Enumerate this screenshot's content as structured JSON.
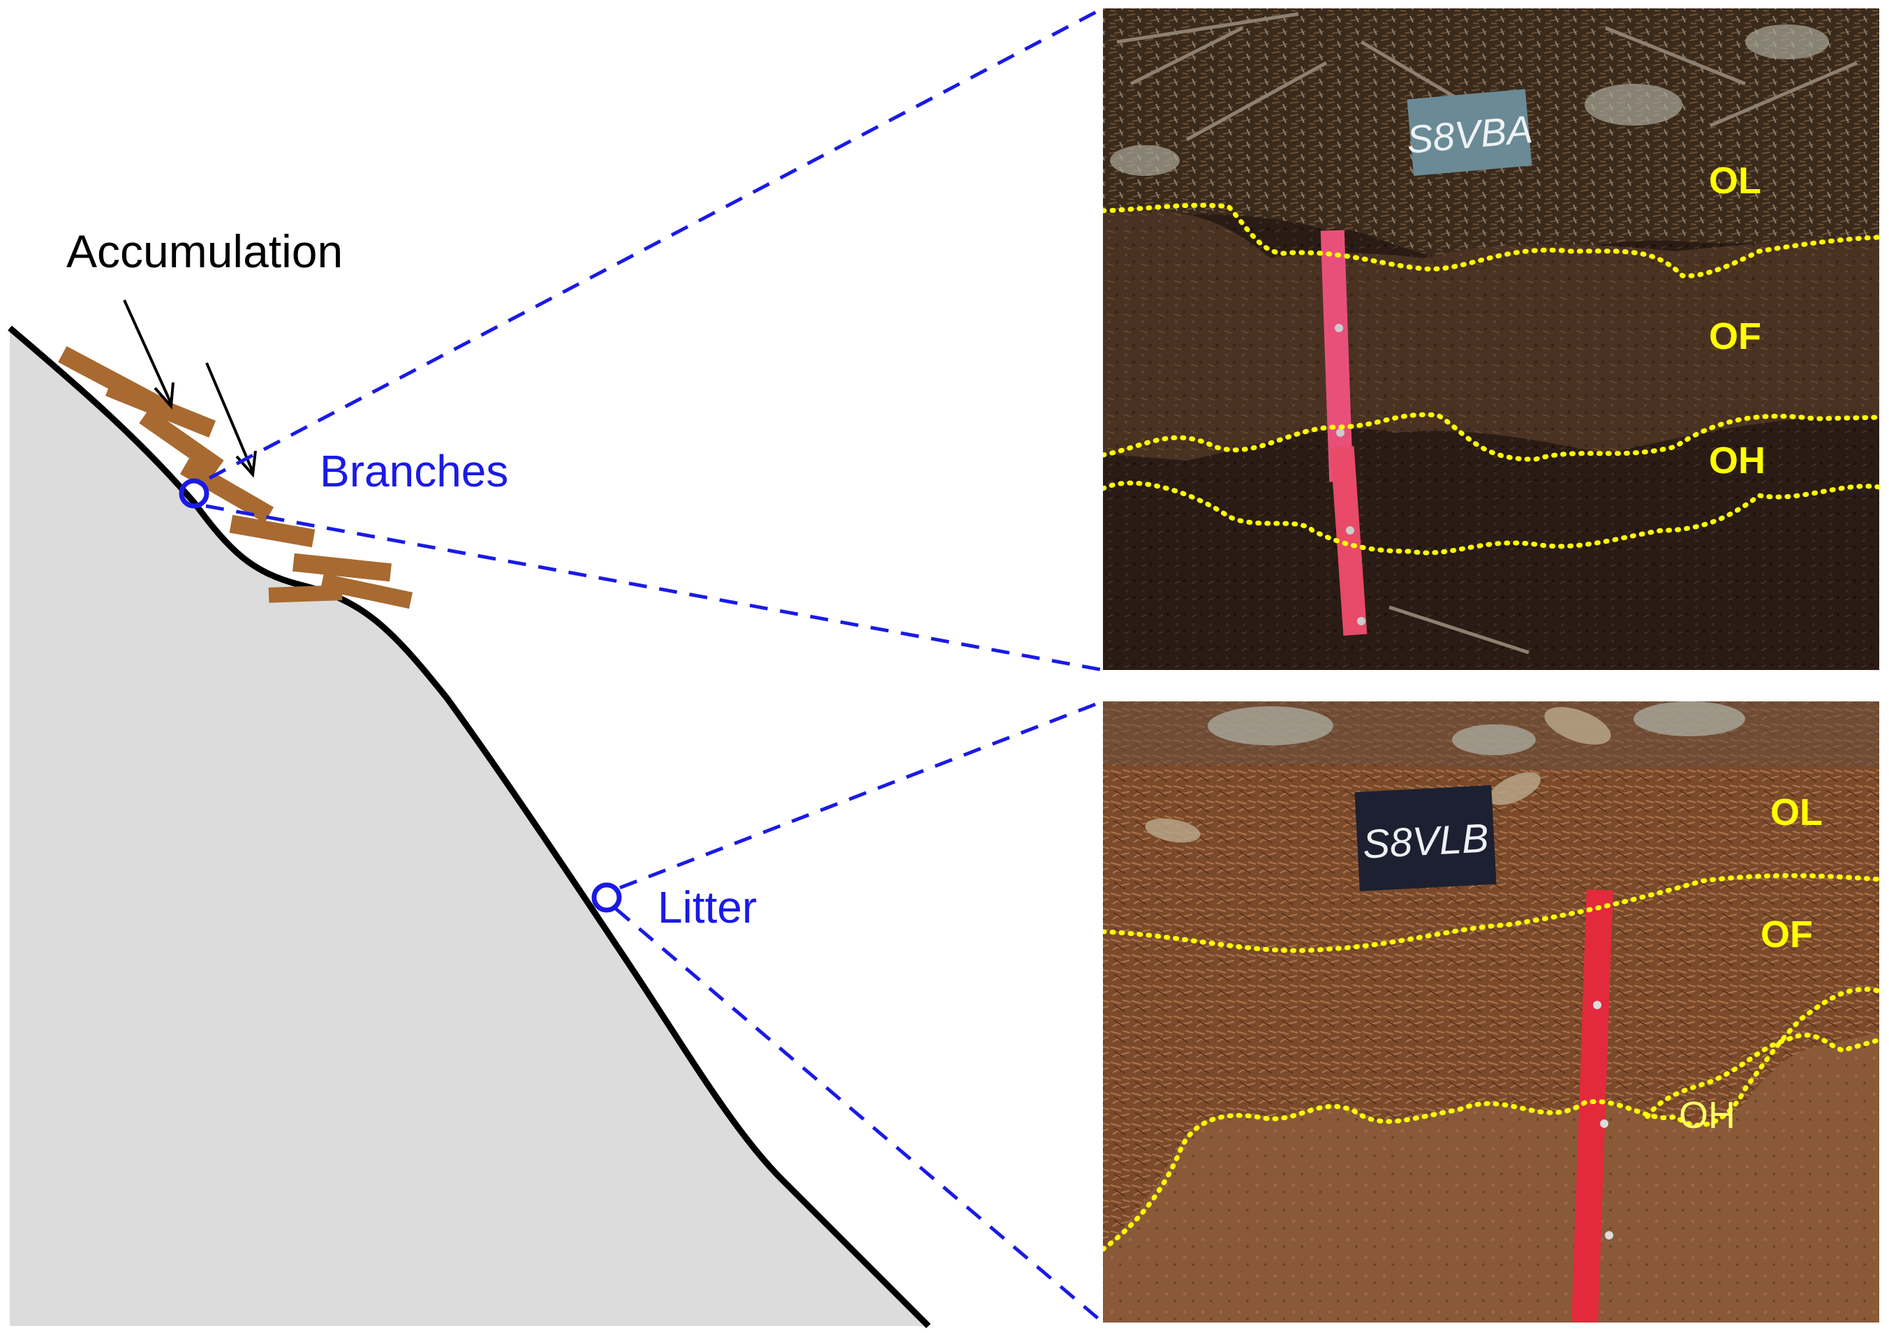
{
  "labels": {
    "accumulation": "Accumulation",
    "branches": "Branches",
    "litter": "Litter"
  },
  "photos": {
    "top": {
      "sign": "S8VBA",
      "horizons": [
        "OL",
        "OF",
        "OH"
      ]
    },
    "bottom": {
      "sign": "S8VLB",
      "horizons": [
        "OL",
        "OF",
        "OH"
      ]
    }
  },
  "colors": {
    "slope_fill": "#dcdcdc",
    "slope_line": "#000000",
    "branch": "#a86a30",
    "callout": "#1a1ae6",
    "horizon_line": "#ffff00",
    "horizon_text": "#ffff00",
    "ruler": "#e8507a",
    "ruler_bottom": "#e22a3c"
  }
}
